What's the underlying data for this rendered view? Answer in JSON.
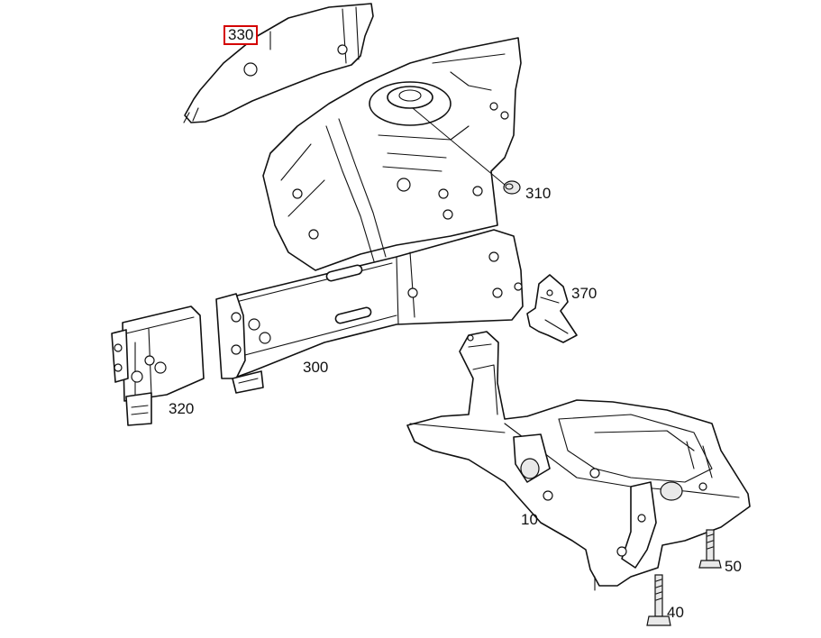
{
  "callouts": {
    "p330": "330",
    "p310": "310",
    "p370": "370",
    "p300": "300",
    "p320": "320",
    "p10": "10",
    "p50": "50",
    "p40": "40"
  },
  "highlight_color": "#d40000",
  "highlighted_part": "330"
}
